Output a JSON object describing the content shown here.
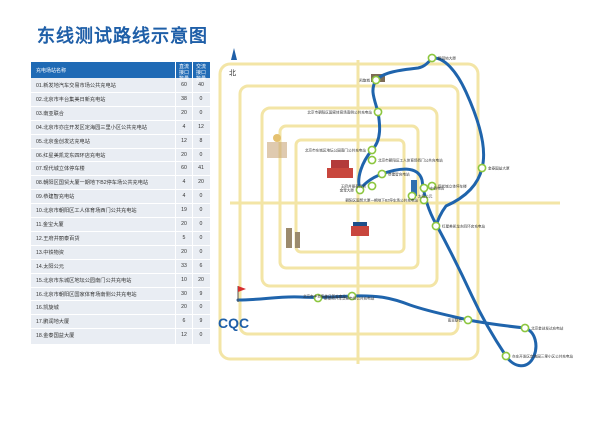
{
  "title": "东线测试路线示意图",
  "table": {
    "headers": {
      "name": "充电场站名称",
      "dc": "直流接口数量",
      "ac": "交流接口数量"
    },
    "rows": [
      {
        "name": "01.新发地汽车交易市场公共充电站",
        "dc": "60",
        "ac": "40"
      },
      {
        "name": "02.北京市丰台集美日新充电站",
        "dc": "38",
        "ac": "0"
      },
      {
        "name": "03.南亚联合",
        "dc": "20",
        "ac": "0"
      },
      {
        "name": "04.北京市亦庄开发区定海园三里小区公共充电站",
        "dc": "4",
        "ac": "12"
      },
      {
        "name": "05.北京金创发达充电站",
        "dc": "12",
        "ac": "8"
      },
      {
        "name": "06.红星美凯龙东四环店充电站",
        "dc": "20",
        "ac": "0"
      },
      {
        "name": "07.现代城立体停车楼",
        "dc": "60",
        "ac": "41"
      },
      {
        "name": "08.朝阳区国贸大厦一期地下B2停车场公共充电站",
        "dc": "4",
        "ac": "20"
      },
      {
        "name": "09.恭建智充电站",
        "dc": "4",
        "ac": "0"
      },
      {
        "name": "10.北京市朝阳区工人体育场西门公共充电站",
        "dc": "19",
        "ac": "0"
      },
      {
        "name": "11.金宝大厦",
        "dc": "20",
        "ac": "0"
      },
      {
        "name": "12.王府井丽泰百货",
        "dc": "5",
        "ac": "0"
      },
      {
        "name": "13.中铁物资",
        "dc": "20",
        "ac": "0"
      },
      {
        "name": "14.太阳公元",
        "dc": "33",
        "ac": "6"
      },
      {
        "name": "15.北京市东城区地坛公园南门公共充电站",
        "dc": "10",
        "ac": "20"
      },
      {
        "name": "16.北京市朝阳区国家体育场南侧公共充电站",
        "dc": "30",
        "ac": "9"
      },
      {
        "name": "16.凯旋城",
        "dc": "20",
        "ac": "0"
      },
      {
        "name": "17.鹏润地大厦",
        "dc": "6",
        "ac": "9"
      },
      {
        "name": "18.金泰国益大厦",
        "dc": "12",
        "ac": "0"
      }
    ]
  },
  "map": {
    "north_label": "北",
    "logo_text": "CQC",
    "stations": [
      "鹏润地大厦",
      "凯旋城",
      "北京市朝阳区国家体育场南侧公共充电站",
      "北京市东城区地坛公园南门公共充电站",
      "北京市朝阳区工人体育场西门公共充电站",
      "恭建智充电站",
      "王府井丽泰百货",
      "金宝大厦",
      "太阳公元",
      "中铁物资",
      "朝阳区国贸大厦一期地下B2停车场公共充电站",
      "现代城立体停车楼",
      "金泰国益大厦",
      "红星美凯龙东四环店充电站",
      "北京市丰台集美日新充电站",
      "新发地汽车交易市场公共充电站",
      "南亚联合",
      "北京金创发达充电站",
      "亦庄开发区定海园三里小区公共充电站"
    ]
  },
  "colors": {
    "accent": "#1f6ab5",
    "route": "#1f64ac",
    "ring": "#f3e5a6",
    "node": "#8cc63f",
    "title": "#1f5fa8"
  }
}
